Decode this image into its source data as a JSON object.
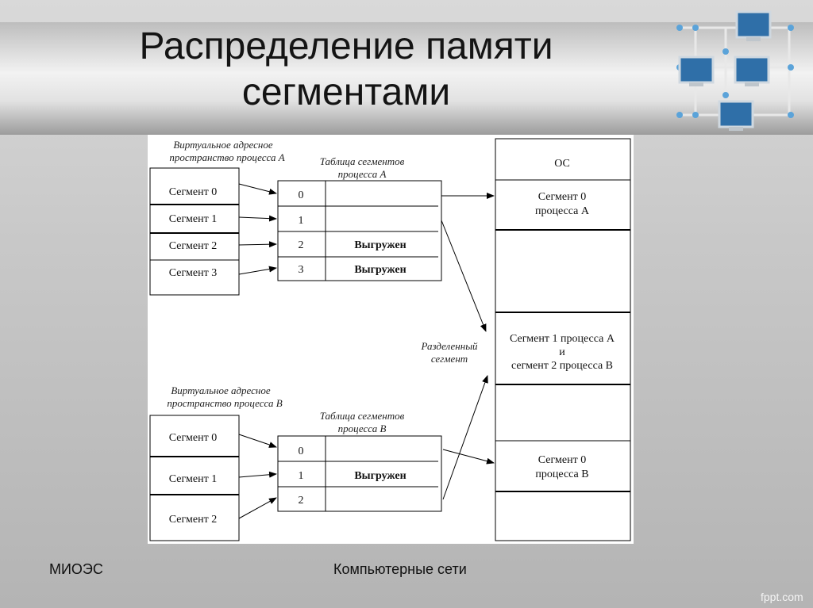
{
  "slide": {
    "title_line1": "Распределение памяти",
    "title_line2": "сегментами",
    "footer_left": "МИОЭС",
    "footer_center": "Компьютерные сети",
    "watermark": "fppt.com"
  },
  "process_a": {
    "space_label_line1": "Виртуальное адресное",
    "space_label_line2": "пространство процесса А",
    "segments": [
      "Сегмент 0",
      "Сегмент 1",
      "Сегмент 2",
      "Сегмент 3"
    ],
    "table_label_line1": "Таблица сегментов",
    "table_label_line2": "процесса А",
    "table_rows": [
      {
        "index": "0",
        "status": ""
      },
      {
        "index": "1",
        "status": ""
      },
      {
        "index": "2",
        "status": "Выгружен"
      },
      {
        "index": "3",
        "status": "Выгружен"
      }
    ]
  },
  "process_b": {
    "space_label_line1": "Виртуальное адресное",
    "space_label_line2": "пространство процесса В",
    "segments": [
      "Сегмент 0",
      "Сегмент 1",
      "Сегмент 2"
    ],
    "table_label_line1": "Таблица сегментов",
    "table_label_line2": "процесса В",
    "table_rows": [
      {
        "index": "0",
        "status": ""
      },
      {
        "index": "1",
        "status": "Выгружен"
      },
      {
        "index": "2",
        "status": ""
      }
    ]
  },
  "shared_label_line1": "Разделенный",
  "shared_label_line2": "сегмент",
  "memory": {
    "os": "ОС",
    "seg0a_line1": "Сегмент 0",
    "seg0a_line2": "процесса А",
    "shared_line1": "Сегмент 1 процесса А",
    "shared_line2": "и",
    "shared_line3": "сегмент 2 процесса В",
    "seg0b_line1": "Сегмент 0",
    "seg0b_line2": "процесса В"
  }
}
